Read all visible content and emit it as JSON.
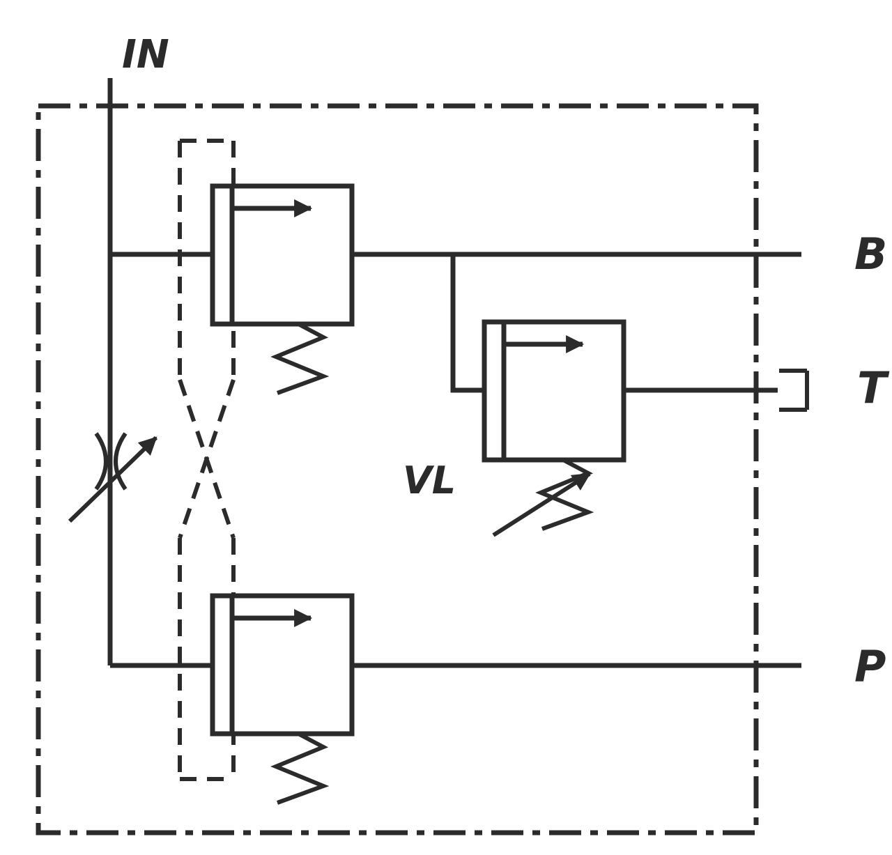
{
  "diagram": {
    "kind": "hydraulic-valve-block-schematic",
    "labels": {
      "inlet_port": "IN",
      "port_b": "B",
      "port_t": "T",
      "port_p": "P",
      "valve": "VL"
    },
    "colors": {
      "line": "#2b2b2b",
      "background": "#ffffff"
    },
    "components": {
      "enclosure": "manifold-boundary",
      "valve_top": "pressure-valve-with-spring",
      "valve_vl": "adjustable-relief-valve",
      "valve_bottom": "pressure-valve-with-spring",
      "throttle": "variable-restrictor",
      "pilot": "crossed-pilot-lines",
      "tank": "plugged-tank-port"
    }
  }
}
